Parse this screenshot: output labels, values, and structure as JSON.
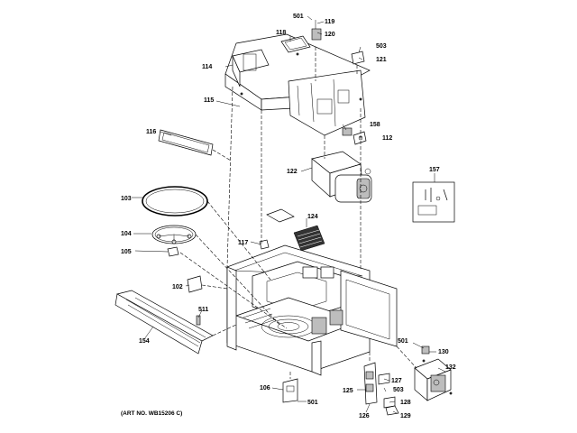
{
  "labels": {
    "p501a": "501",
    "p119": "119",
    "p118": "118",
    "p120": "120",
    "p503a": "503",
    "p121": "121",
    "p114": "114",
    "p115": "115",
    "p116": "116",
    "p158": "158",
    "p112": "112",
    "p122": "122",
    "p157": "157",
    "p103": "103",
    "p124": "124",
    "p104": "104",
    "p117": "117",
    "p105": "105",
    "p102": "102",
    "p511": "511",
    "p154": "154",
    "p501b": "501",
    "p130": "130",
    "p132": "132",
    "p127": "127",
    "p503b": "503",
    "p106": "106",
    "p125": "125",
    "p128": "128",
    "p501c": "501",
    "p126": "126",
    "p129": "129"
  },
  "art_number": "(ART NO. WB15206 C)"
}
